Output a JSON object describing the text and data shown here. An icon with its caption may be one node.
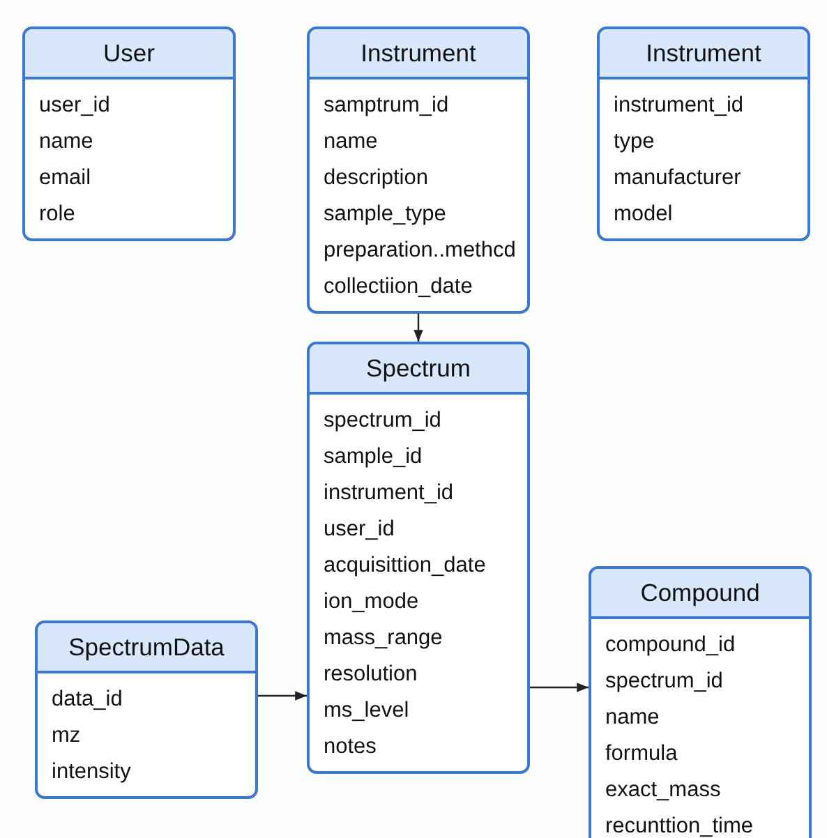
{
  "diagram": {
    "nodes": [
      {
        "text": [
          "User",
          "user_id",
          "name",
          "email",
          "role"
        ]
      },
      {
        "text": [
          "Instrument",
          "samptrum_id",
          "name",
          "description",
          "sample_type",
          "preparation..methcd",
          "collectiion_date"
        ]
      },
      {
        "text": [
          "Instrument",
          "instrument_id",
          "type",
          "manufacturer",
          "model"
        ]
      },
      {
        "text": [
          "Spectrum",
          "spectrum_id",
          "sample_id",
          "instrument_id",
          "user_id",
          "acquisittion_date",
          "ion_mode",
          "mass_range",
          "resolution",
          "ms_level",
          "notes"
        ]
      },
      {
        "text": [
          "SpectrumData",
          "data_id",
          "mz",
          "intensity"
        ]
      },
      {
        "text": [
          "Compound",
          "compound_id",
          "spectrum_id",
          "name",
          "formula",
          "exact_mass",
          "recunttion_time"
        ]
      }
    ],
    "edges": [
      {
        "from": 1,
        "to": 3,
        "arrow": "to"
      },
      {
        "from": 4,
        "to": 3,
        "arrow": "to"
      },
      {
        "from": 3,
        "to": 5,
        "arrow": "to"
      }
    ]
  }
}
